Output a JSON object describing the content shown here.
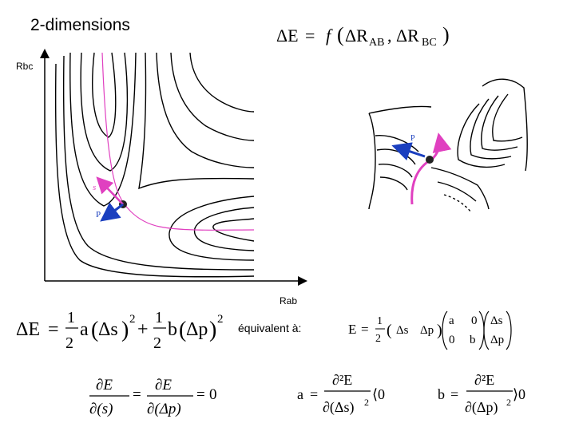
{
  "title": "2-dimensions",
  "axis": {
    "y_label": "Rbc",
    "x_label": "Rab"
  },
  "equivalent_label": "équivalent à:",
  "equations": {
    "energy_function": "ΔE = f(ΔR AB, ΔR BC)",
    "quadratic_form": "ΔE = 1/2 a(Δs)² + 1/2 b(Δp)²",
    "matrix_form": "E = 1/2 (Δs Δp) [[a 0][0 b]] (Δs Δp)",
    "gradient_zero": "∂E/∂(s) = ∂E/∂(Δp) = 0",
    "a_curvature": "a = ∂²E/∂(Δs)² ⟨0",
    "b_curvature": "b = ∂²E/∂(Δp)² ⟩0"
  },
  "markers": {
    "s": "s",
    "p": "P"
  },
  "colors": {
    "reaction_path": "#e040c0",
    "vector": "#1a3fbf",
    "contour": "#000000"
  }
}
